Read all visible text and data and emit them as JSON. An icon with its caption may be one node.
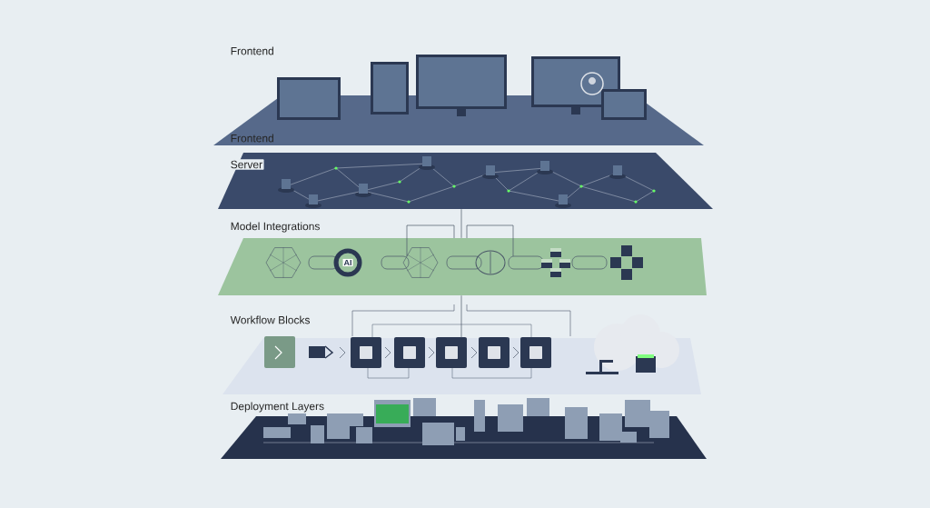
{
  "diagram": {
    "nodes": [
      {
        "text": [
          "Frontend",
          "Frontend"
        ]
      },
      {
        "text": [
          "Server"
        ]
      },
      {
        "text": [
          "Model Integrations"
        ]
      },
      {
        "text": [
          "Workflow Blocks"
        ]
      },
      {
        "text": [
          "Deployment Layers"
        ]
      }
    ],
    "edges": [
      {
        "from": 1,
        "to": 2,
        "arrow": "none"
      },
      {
        "from": 2,
        "to": 3,
        "arrow": "none"
      }
    ],
    "labels": [
      "AI"
    ]
  }
}
